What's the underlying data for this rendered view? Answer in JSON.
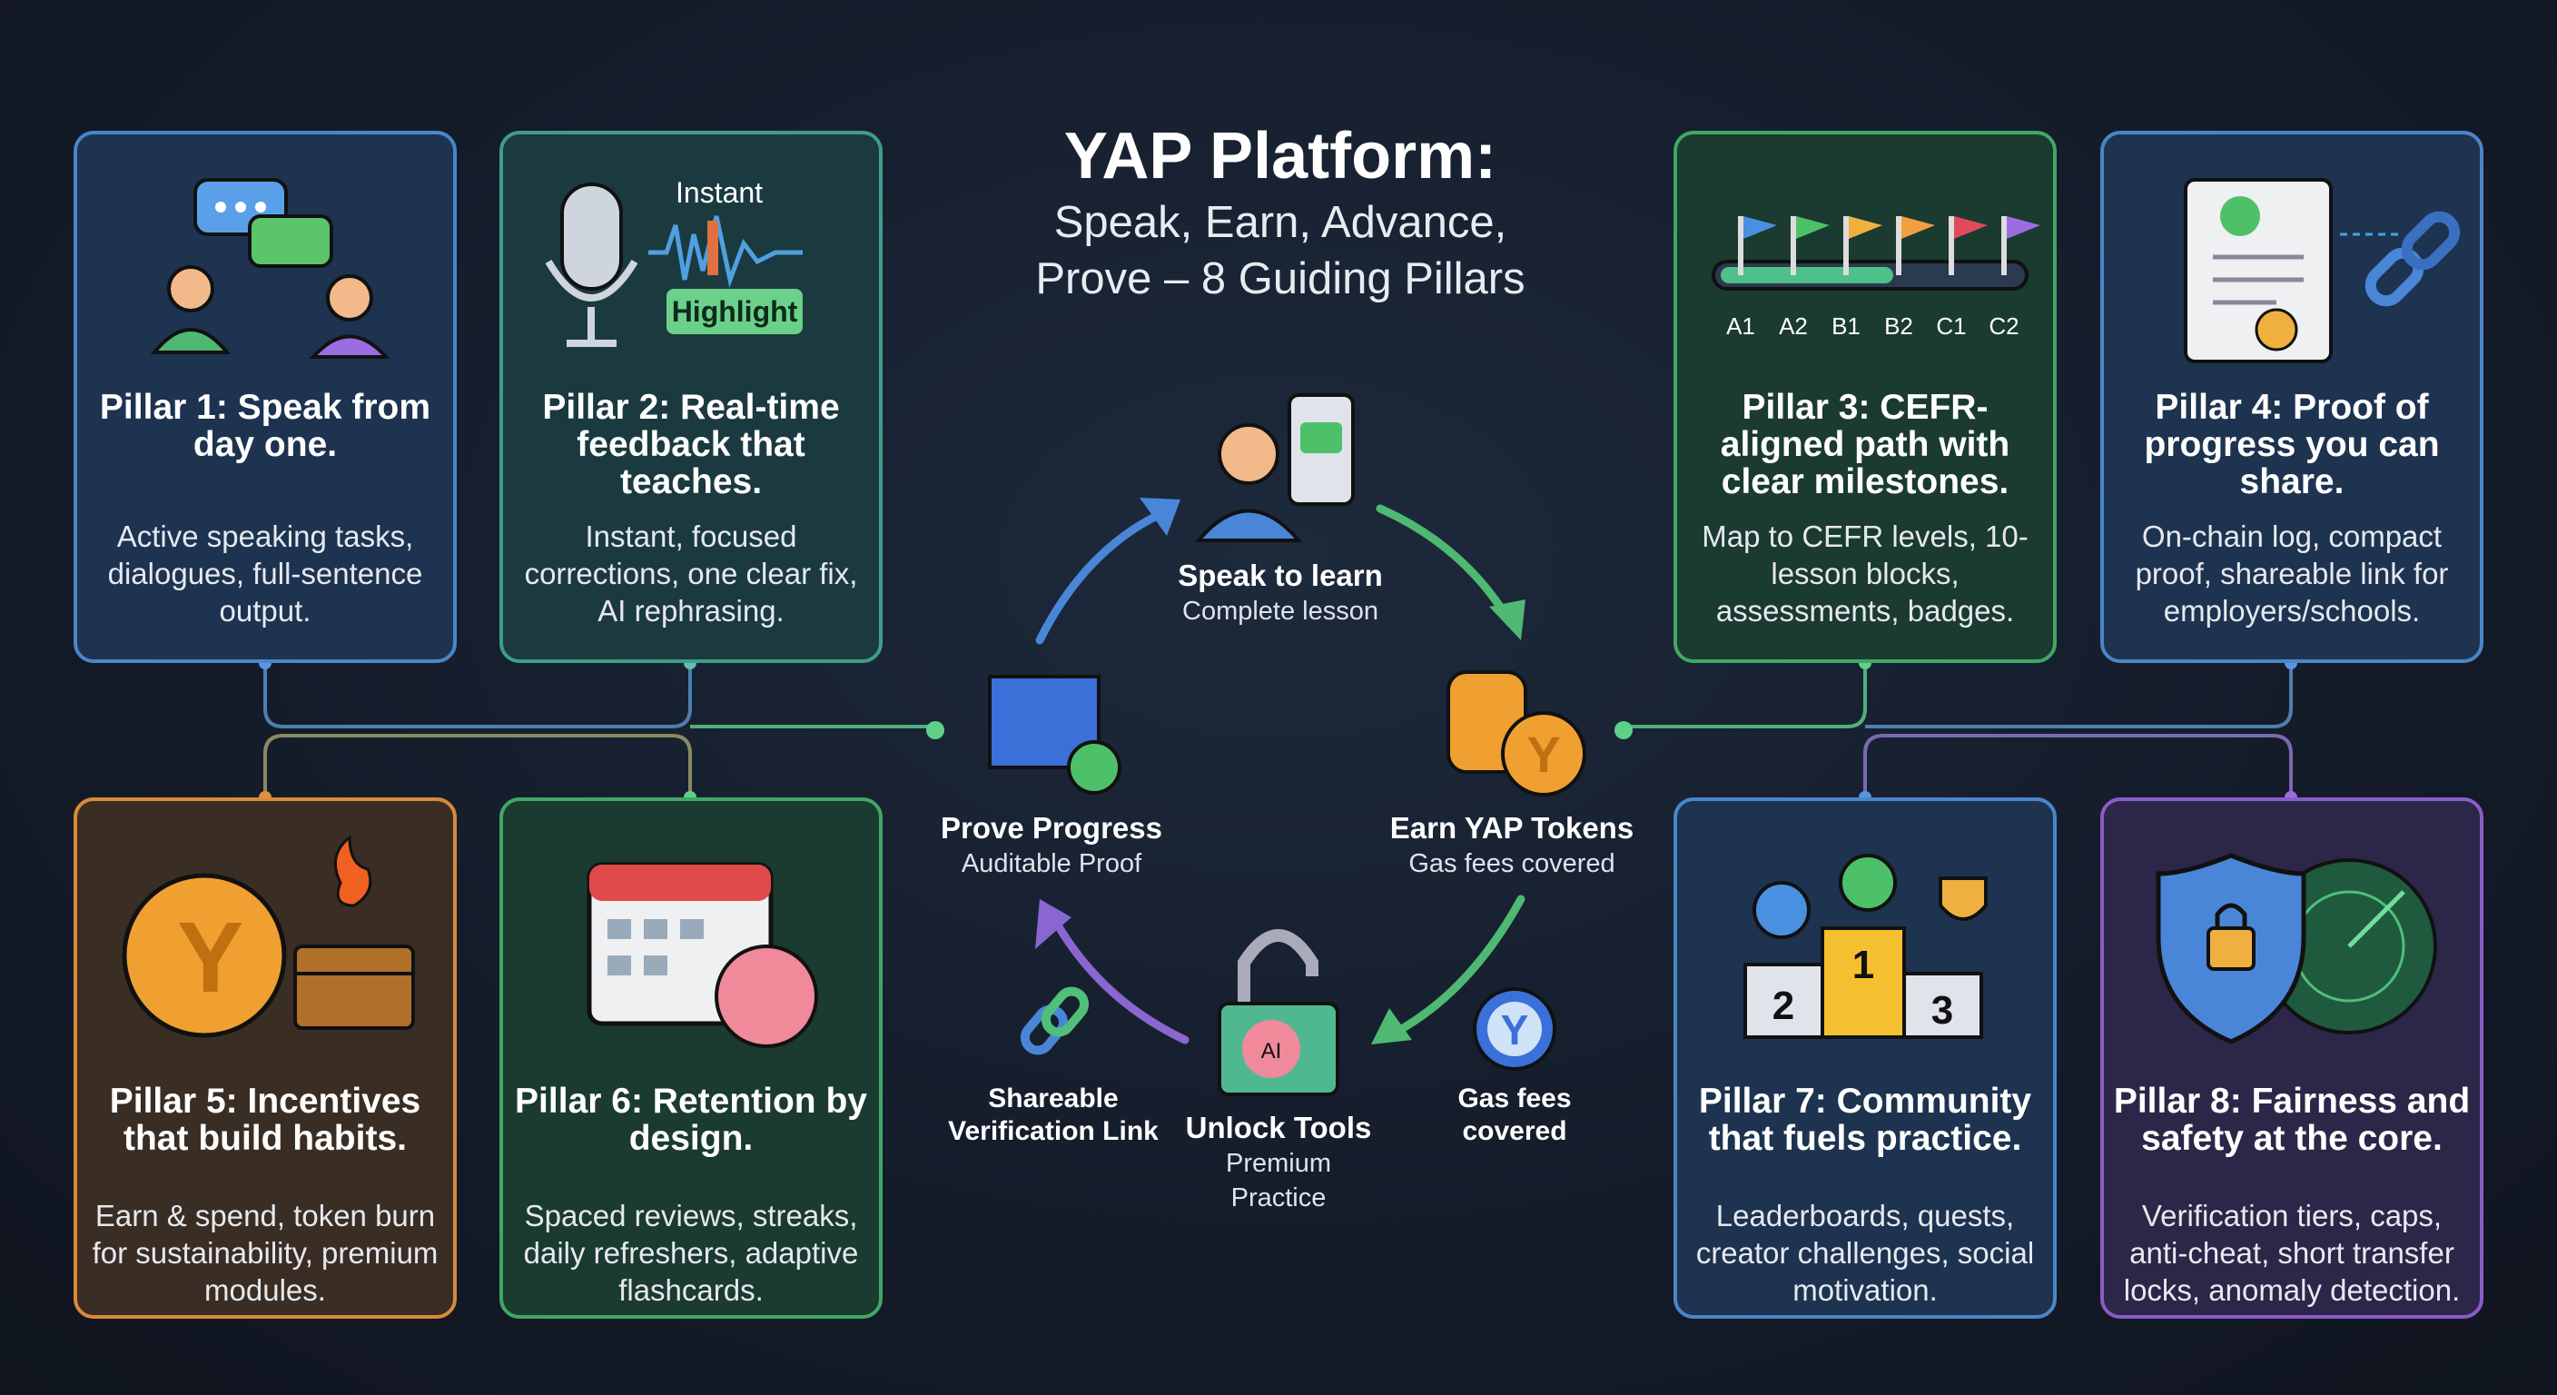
{
  "title": {
    "main": "YAP Platform:",
    "line1": "Speak, Earn, Advance,",
    "line2": "Prove – 8 Guiding Pillars"
  },
  "pillars": [
    {
      "title": "Pillar 1: Speak from day one.",
      "body": "Active speaking tasks, dialogues, full-sentence output.",
      "color": "#4a86c8"
    },
    {
      "title": "Pillar 2: Real-time feedback that teaches.",
      "body": "Instant, focused corrections, one clear fix, AI rephrasing.",
      "color": "#3f9e86",
      "icon_labels": [
        "Instant",
        "Highlight"
      ]
    },
    {
      "title": "Pillar 3: CEFR-aligned path with clear milestones.",
      "body": "Map to CEFR levels, 10-lesson blocks, assessments, badges.",
      "color": "#3fa864",
      "levels": [
        "A1",
        "A2",
        "B1",
        "B2",
        "C1",
        "C2"
      ]
    },
    {
      "title": "Pillar 4: Proof of progress you can share.",
      "body": "On-chain log, compact proof, shareable link for employers/schools.",
      "color": "#4a86c8"
    },
    {
      "title": "Pillar 5: Incentives that build habits.",
      "body": "Earn & spend, token burn for sustainability, premium modules.",
      "color": "#d98a3a"
    },
    {
      "title": "Pillar 6: Retention by design.",
      "body": "Spaced reviews, streaks, daily refreshers, adaptive flashcards.",
      "color": "#3fa864"
    },
    {
      "title": "Pillar 7: Community that fuels practice.",
      "body": "Leaderboards, quests, creator challenges, social motivation.",
      "color": "#4a86c8",
      "podium": [
        "2",
        "1",
        "3"
      ]
    },
    {
      "title": "Pillar 8: Fairness and safety at the core.",
      "body": "Verification tiers, caps, anti-cheat, short transfer locks, anomaly detection.",
      "color": "#8a5cc9"
    }
  ],
  "cycle": {
    "speak": {
      "title": "Speak to learn",
      "sub": "Complete lesson"
    },
    "earn": {
      "title": "Earn YAP Tokens",
      "sub": "Gas fees covered"
    },
    "unlock": {
      "title": "Unlock Tools",
      "sub1": "Premium",
      "sub2": "Practice",
      "chip": "AI"
    },
    "prove": {
      "title": "Prove Progress",
      "sub": "Auditable Proof"
    },
    "link": {
      "line1": "Shareable",
      "line2": "Verification Link"
    },
    "gas": {
      "line1": "Gas fees",
      "line2": "covered",
      "badge": "Y"
    },
    "coin": "Y"
  }
}
